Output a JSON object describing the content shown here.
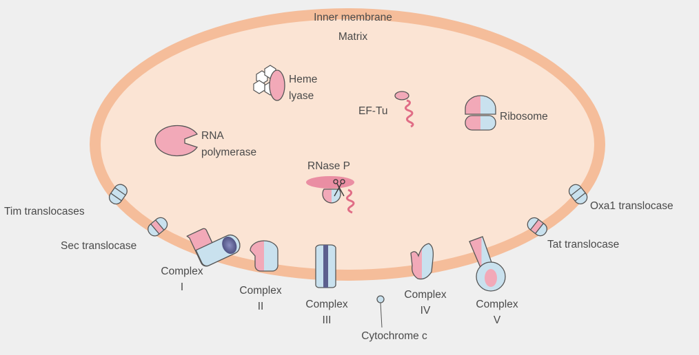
{
  "membrane": {
    "inner_label": "Inner membrane",
    "matrix_label": "Matrix"
  },
  "proteins": {
    "heme_lyase": [
      "Heme",
      "lyase"
    ],
    "ef_tu": "EF-Tu",
    "ribosome": "Ribosome",
    "rna_polymerase": [
      "RNA",
      "polymerase"
    ],
    "rnase_p": "RNase P"
  },
  "membrane_proteins": {
    "tim": "Tim translocases",
    "sec": "Sec translocase",
    "complex_1": [
      "Complex",
      "I"
    ],
    "complex_2": [
      "Complex",
      "II"
    ],
    "complex_3": [
      "Complex",
      "III"
    ],
    "cytochrome_c": "Cytochrome c",
    "complex_4": [
      "Complex",
      "IV"
    ],
    "complex_5": [
      "Complex",
      "V"
    ],
    "tat": "Tat translocase",
    "oxa1": "Oxa1 translocase"
  },
  "colors": {
    "background": "#efefef",
    "membrane": "#f5bd9a",
    "matrix": "#fbe4d4",
    "pink": "#f2a9b8",
    "blue": "#c9e1ee",
    "dark_blue": "#5c5f8e"
  }
}
